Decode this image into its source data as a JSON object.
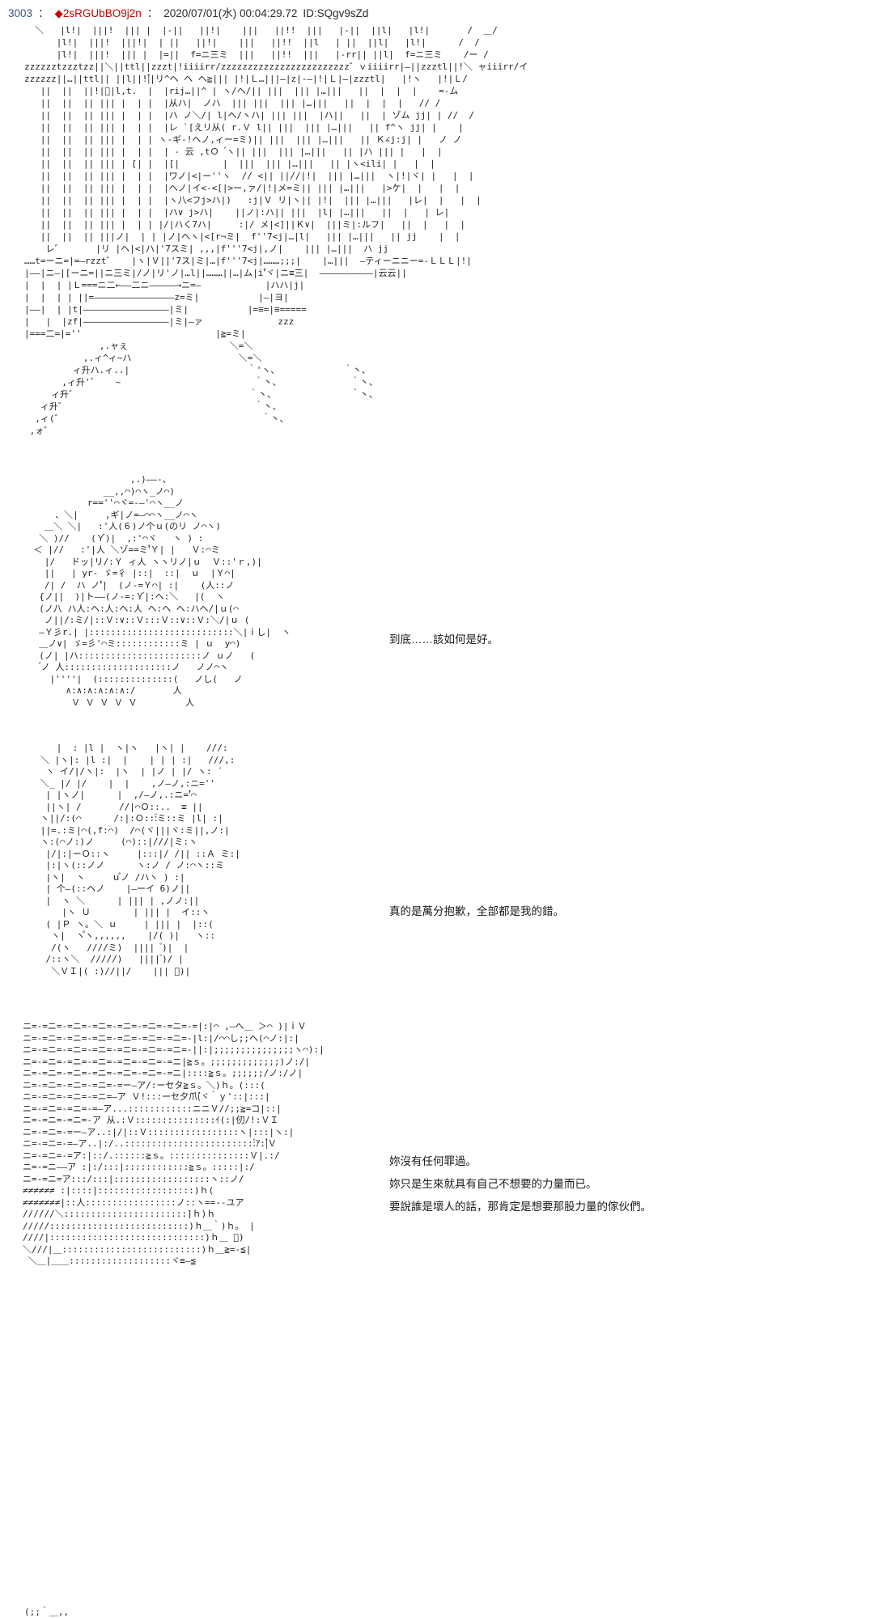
{
  "header": {
    "post_number": "3003",
    "separator": "：",
    "tripcode": "◆2sRGUbBO9j2n",
    "datetime": "2020/07/01(水) 00:04:29.72",
    "user_id": "ID:SQgv9sZd"
  },
  "colors": {
    "background": "#ffffff",
    "post_number": "#335c85",
    "tripcode": "#c40000",
    "meta_text": "#2b2b2b",
    "ascii_art": "#222222",
    "dialogue": "#1a1a1a"
  },
  "ascii_art": {
    "scene_gate": "  ＼   |l!|  |||!  ||| |  |‐||   ||!|    |||   ||!!  |||   |‐||  ||l|   |l!|       /  ＿/\n      |l!|  |||!  |||!|  | ||   ||!|    |||   ||!!  ||l   | ||  ||l|   |l!|      /  /\n      |l!|  |||!  ||| |  |=||  f=ニ三ミ  |||   ||!!  |||   |‐rr|| ||l|  f=ニ三ミ    /ー /\nzzzzzztzzztzz||＼||ttl||zzzt|!iiiirr/zzzzzzzzzzzzzzzzzzzzzzzz゛ｖiiiirr|―||zzztl||!＼ ャiiirr/イ\nzzzzzz||…||ttl|| ||l||!|゙|リ^ヘ ヘ ヘ≧||| |!|Ｌ…|||―|z|‐―|!|Ｌ|―|zzztl|   |!ヽ   |!|Ｌ/\n   ||  ||  ||!|゙|l,t.  |  |rij…||^ | ヽ/ヘ/|| |||  ||| |…|||   ||  |  |  |    =‐ム\n   ||  ||  || ||| |  | |  |从ハ|  ノハ  ||| |||  ||| |…|||   ||  |  |  |   // /\n   ||  ||  || ||| |  | |  |ハ ノ＼/| l|ヘ/ヽハ| ||| |||  |ハ||   ||  | ゾム jj| | //  /\n   ||  ||  || ||| |  | |  |レ `[えリ从( r.Ｖ l|| |||  ||| |…|||   || f^ヽ jj| |    |\n   ||  ||  || ||| |  | | ヽ‐ギ‐!ヘノ,ィー=ミ)|| |||  ||| |…|||   || Ｋ∠j:j| |   ノ ノ\n   ||  ||  || ||| |  | |  | ‐ 云 ,tＯ  ゙ヽ|| |||  ||| |…|||   || |ハ ||| |   |  |\n   ||  ||  || ||| | [| |  |[|        |  |||  ||| |…|||   || |ヽ<ili| |   |  |\n   ||  ||  || ||| |  | |  |ワノ|<|ー''ヽ  // <|| ||//|!|  ||| |…|||  ヽ|!|ヾ| |   |  |\n   ||  ||  || ||| |  | |  |ヘノ|イ<-<[|>ー,ァ/|!|メ=ミ|| ||| |…|||   |>ケ|  |   |  |\n   ||  ||  || ||| |  | |  |ヽ八<フj>ハ|)   :j|Ｖ リ|ヽ|| |!|  ||| |…|||   |レ|  |   |  |\n   ||  ||  || ||| |  | |  |ハ∨ j>ハ|    ||ノ|:ハ|| |||  |l| |…|||   ||  |   | レ|\n   ||  ||  || ||| |  | | |/|ハく7ハ|     :|/ メ|<]||Ｋ∨|  |||ミ|:ルフ|   ||  |   |  |\n   ||  ||  || |||ノ|  | | |ノ|ヘヽ|<[r¬ミ|  f''7<j|…|l|   ||| |…|||   || jj    |  |\n    レ゛      |リ |ヘ|<|ハ|'7スミ| ,,,|f'''7<j|,ノ|    ||| |…|||  ハ jj\n……t=ーニ=|=―rzzt゛   |ヽ|Ｖ||'7ス|ミ|…|f'''7<j|………;;;|    |…|||  ―ティーニニー=‐ＬＬＬ|!|\n|――|ニ―|[ーニ=||ニ三ミ|/ノ|リ'ノ|…l||………||…|ム|i'゙ヾ|ニ≡三|  ――――――――――|云云||\n|  |  | |Ｌ===ニ二←――二ニ―――――→ニ=―            |ハハ|j|\n|  |  | | ||=―――――――――――――――z=ミ|           |―|ヨ|\n|――|  | |t|————————————————|ミ|           |=≡=|≡=====\n|   |  |zf|————————————————|ミ|―ァ              zzz\n|===二=|=''                         |≧=ミ|\n              ,.ャぇ                   ＼=＼\n           ,.ィ^ィ~ハ                    ＼=＼\n         ィ升ハ.ィ..|                      ｀'ヽ、            ｀丶、\n       ,ィ升'゛   ~                         ｀丶、             ｀丶、\n     ィ升゛                                ｀丶、              ｀丶、\n   ィ升゛                                   ｀丶、\n  ,ィ(゛                                     ｀丶、\n ,ォ゛",
    "character_pondering": "                   ,.)――-、\n              __,,⌒)⌒ヽ_ノ⌒)\n           r==''⌒ヾ=-―'⌒ヽ__ノ\n     、＼|     ,ギ|ノ=―⌒⌒ヽ__ノ⌒ヽ\n   ＿＼ ＼|   :'人(６)ノ个ｕ(のリ ノ⌒ヽ)\n  ＼ )//    (Ｙ゙)|  ,:'⌒ヾ   ヽ ) :\n ＜ |//   :'|人 ＼ゾ==ミ'゙Ｙ| |   Ｖ:⌒ミ\n   |/   ドッ|リ/:Ｙ ィ人 ヽヽリノ|ｕ  Ｖ::'ｒ,)|\n   ||   | yr‐ ゞ=彳 |::|  ::|  ｕ  |Ｙ⌒|\n   /| /  ハ ノ'゙|  (ノ-=Ｙ⌒| :|    (人::ノ\n  {ノ||  )|ト――(ノ-=:Ｙ゙|:ヘ:＼   |(  ヽ\n  (ノ八 ハ人:ヘ:人:ヘ:人 ヘ:ヘ ヘ:ハヘ/|ｕ(⌒\n   ノ||/:ミ/|::Ｖ:∨::Ｖ:::Ｖ::∨::Ｖ:＼/|ｕ (\n  ―Ｙ彡r.| |:::::::::::::::::::::::::::＼|ｉし|  ヽ\n  ＿ノ∨| ゞ=彡'⌒ミ::::::::::::ミ | ｕ  y⌒)\n  (ノ| |ハ:::::::::::::::::::::::ノ ｕノ   (\n   ゙ノ 人::::::::::::::::::::ノ   ノノ⌒ヽ\n    |''''|  (::::::::::::::(   ノし(   ノ\n       ∧:∧:∧:∧:∧:∧:/       人\n        Ｖ Ｖ Ｖ Ｖ Ｖ         人",
    "character_apologizing": "      |  : |l |  ヽ|ヽ   |ヽ| |    ///:\n   ＼ |ヽ|: |l :|  |    | | | :|   ///,:\n    ヽ イ/|/ヽ|:  |ヽ  | |ノ | |/ ヽ: ´\n   ＼_ |/ |/    |  |    ,ノ―ノ,:ニ=''\n    | |ヽノ|      |  ,/―ノ,.:ニ='゙⌒\n    ||ヽ| /       //|⌒Ｏ::..  ≡ ||\n   ヽ||/:(⌒      /:|:Ｏ:::゙ミ::ミ |l| :|\n   ||=.:ミ|⌒(,f:⌒)  /⌒(ヾ|||ヾ:ミ||,ノ:|\n   ヽ:(⌒ノ:)ノ     (⌒)::|///|ミ:ヽ\n    |/|:|ーＯ::ヽ     |:::|/ /|| ::Ａ ミ:|\n    |:|ヽ(::ノノ      ヽ:ノ / ノ:⌒ヽ::ミ\n    |ヽ|  ヽ     ｕ゚ノ /ハヽ ) :|\n    | 个―(::ヘノ    |―ーイ 6)ノ||\n    |  ヽ ＼      | ||| | ,ノノ:||\n       |ヽ Ｕ        | ||| |  イ::ヽ\n    ( |Ｐ ヽ。＼ ｕ     | ||| |  |::(\n     ヽ|  ヽ゚ヽ,,,,,,    |/( )|   ヽ::\n     /(ヽ   ////ミ)  ||||  ゙)|  |\n    /::ヽ＼  /////)   |||| ゙)/ |\n     ＼ＶＩ|( :)//||/    ||| ゙)|",
    "character_comforting": "ニ=-=ニ=-=ニ=-=ニ=-=ニ=-=ニ=-=ニ=-=|:|⌒ ,―ヘ＿ ＞⌒ )|ｉＶ\nニ=-=ニ=-=ニ=-=ニ=-=ニ=-=ニ=-=ニ=-|l:|/⌒⌒し;;ヘ(⌒ノ:|:|\nニ=-=ニ=-=ニ=-=ニ=-=ニ=-=ニ=-=ニ=-||:|;;;;;;;;;;;;;;;ヽ⌒):|\nニ=-=ニ=-=ニ=-=ニ=-=ニ=-=ニ=-=ニ|≧ｓ。;;;;;;;;;;;;;)ノ:/|\nニ=-=ニ=-=ニ=-=ニ=-=ニ=-=ニ=-=ニ|::::≧ｓ。;;;;;;/ノ:/ノ|\nニ=-=ニ=-=ニ=-=ニ=-=ー―ア/:ーセタ≧ｓ。＼)ｈ。(:::(\nニ=-=ニ=-=ニ=-=ニ=―ア Ｖ!:::ーセ夕爪(゙ヾ｀ｙ'::|:::|\nニ=-=ニ=-=ニ=-=―ア...::::::::::::ニニＶ//;;≧=コ|::|\nニ=-=ニ=-=ニ=-ア 从.:Ｖ:::::::::::::::ｲ(:|仞/!:ＶＩ\nニ=-=ニ=-=ー―ア..:|/|::Ｖ:::::::::::::::::ヽ|:::|ヽ:|\nニ=-=ニ=-=―ア..|:/..:::::::::::::::::::::::::゙ｱ:|゙Ｖ\nニ=-=ニ=-=ア:|::/.::::::≧ｓ。:::::::::::::::Ｖ|.:/\nニ=-=ニ――ア :|:/:::|::::::::::::≧ｓ。:::::|:/\nニ=-=ニ=ア:::/:::|::::::::::::::::::ヽ::ノ/\n≠≠≠≠≠≠ :|::::|::::::::::::::::::)ｈ(\n≠≠≠≠≠≠≠|::人:::::::::::::::::ノ::ヽ==--ユア\n//////＼:::::::::::::::::::::::]ｈ)ｈ\n/////::::::::::::::::::::::::::)ｈ＿｀)ｈ。 |\n////|:::::::::::::::::::::::::::::)ｈ＿ ゙)\n＼///|＿::::::::::::::::::::::::::)ｈ＿≧=‐≦|\n ＼＿|＿＿:::::::::::::::::::ヾ≡―≦",
    "bottom_fragment": "(;;｀＿,,"
  },
  "dialogues": [
    {
      "text": "到底……該如何是好。"
    },
    {
      "text": "真的是萬分抱歉，全部都是我的錯。"
    },
    {
      "text": "妳沒有任何罪過。"
    },
    {
      "text": "妳只是生來就具有自己不想要的力量而已。"
    },
    {
      "text": "要說誰是壞人的話，那肯定是想要那股力量的傢伙們。"
    }
  ]
}
